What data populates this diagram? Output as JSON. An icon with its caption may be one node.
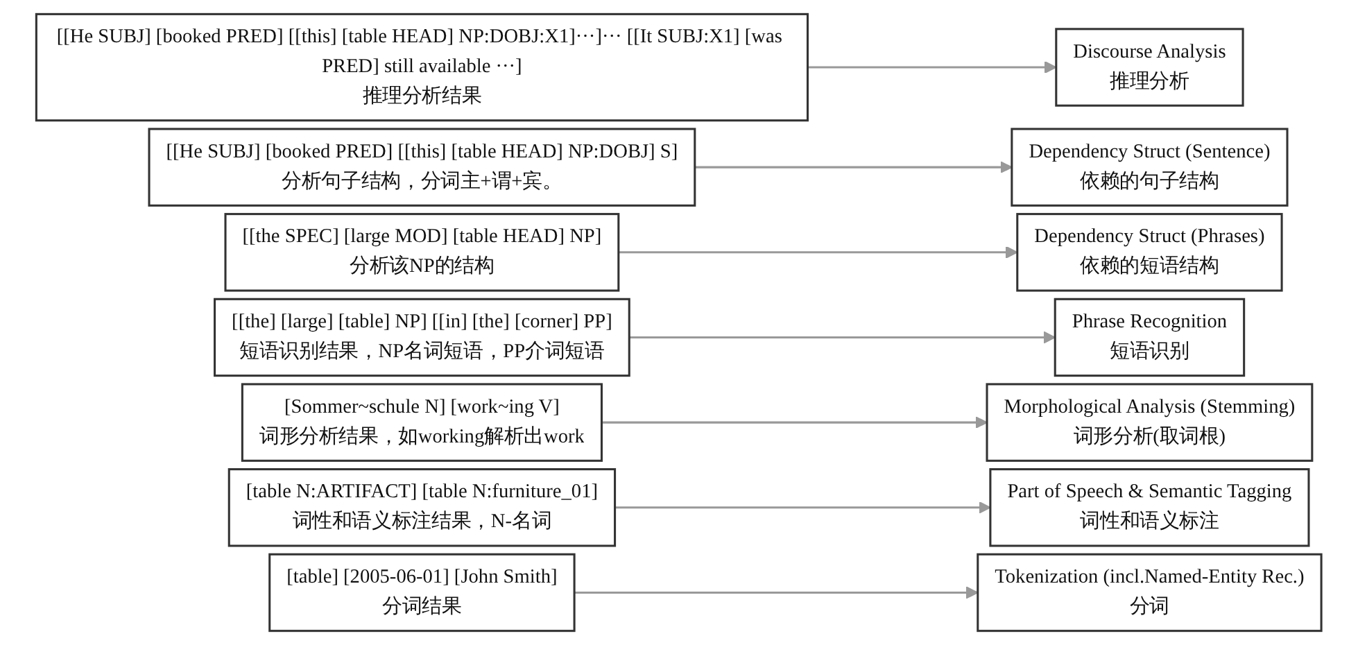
{
  "diagram": {
    "nodes": [
      {
        "text": [
          "[[He SUBJ] [booked PRED] [[this] [table HEAD] NP:DOBJ:X1]···]··· [[It SUBJ:X1] [was PRED] still available ···]",
          "推理分析结果"
        ]
      },
      {
        "text": [
          "Discourse Analysis",
          "推理分析"
        ]
      },
      {
        "text": [
          "[[He SUBJ] [booked PRED] [[this] [table HEAD] NP:DOBJ] S]",
          "分析句子结构，分词主+谓+宾。"
        ]
      },
      {
        "text": [
          "Dependency Struct (Sentence)",
          "依赖的句子结构"
        ]
      },
      {
        "text": [
          "[[the SPEC] [large MOD] [table HEAD] NP]",
          "分析该NP的结构"
        ]
      },
      {
        "text": [
          "Dependency Struct (Phrases)",
          "依赖的短语结构"
        ]
      },
      {
        "text": [
          "[[the] [large] [table] NP] [[in] [the] [corner] PP]",
          "短语识别结果，NP名词短语，PP介词短语"
        ]
      },
      {
        "text": [
          "Phrase Recognition",
          "短语识别"
        ]
      },
      {
        "text": [
          "[Sommer~schule N] [work~ing V]",
          "词形分析结果，如working解析出work"
        ]
      },
      {
        "text": [
          "Morphological Analysis (Stemming)",
          "词形分析(取词根)"
        ]
      },
      {
        "text": [
          "[table N:ARTIFACT] [table N:furniture_01]",
          "词性和语义标注结果，N-名词"
        ]
      },
      {
        "text": [
          "Part of Speech & Semantic Tagging",
          "词性和语义标注"
        ]
      },
      {
        "text": [
          "[table] [2005-06-01] [John Smith]",
          "分词结果"
        ]
      },
      {
        "text": [
          "Tokenization (incl.Named-Entity Rec.)",
          "分词"
        ]
      }
    ],
    "edges": [
      {
        "from": 0,
        "to": 1,
        "arrow": "to"
      },
      {
        "from": 2,
        "to": 3,
        "arrow": "to"
      },
      {
        "from": 4,
        "to": 5,
        "arrow": "to"
      },
      {
        "from": 6,
        "to": 7,
        "arrow": "to"
      },
      {
        "from": 8,
        "to": 9,
        "arrow": "to"
      },
      {
        "from": 10,
        "to": 11,
        "arrow": "to"
      },
      {
        "from": 12,
        "to": 13,
        "arrow": "to"
      }
    ]
  }
}
